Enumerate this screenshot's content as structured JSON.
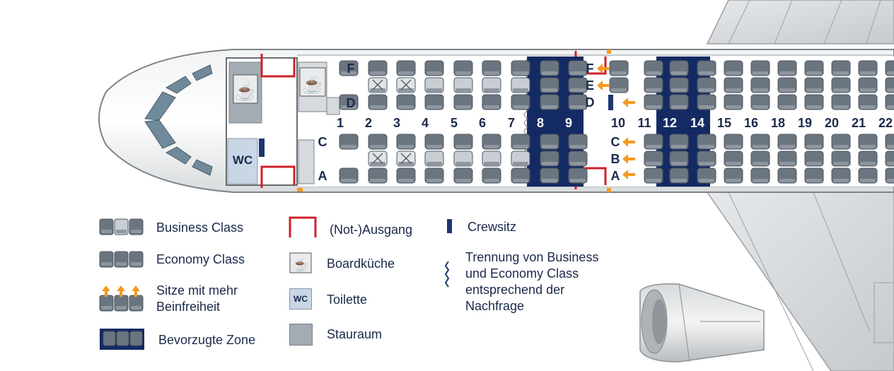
{
  "cabin": {
    "row_labels": [
      "1",
      "2",
      "3",
      "4",
      "5",
      "6",
      "7",
      "8",
      "9",
      "10",
      "11",
      "12",
      "14",
      "15",
      "16",
      "18",
      "19",
      "20",
      "21",
      "22"
    ],
    "seat_letters_front": [
      "F",
      "D",
      "C",
      "A"
    ],
    "seat_letters_exit": [
      "F",
      "E",
      "D",
      "C",
      "B",
      "A"
    ],
    "preferred_rows": [
      "8",
      "9",
      "12",
      "14"
    ],
    "wc_label": "WC"
  },
  "legend": {
    "business": "Business Class",
    "economy": "Economy Class",
    "extra_legroom": "Sitze mit mehr Beinfreiheit",
    "preferred_zone": "Bevorzugte Zone",
    "exit": "(Not-)Ausgang",
    "galley": "Boardküche",
    "toilet": "Toilette",
    "toilet_icon": "WC",
    "storage": "Stauraum",
    "crew_seat": "Crewsitz",
    "separation": "Trennung von Business und Economy Class entsprechend der Nachfrage"
  },
  "colors": {
    "seat_economy": "#6b7580",
    "seat_business_mid": "#c9ced4",
    "preferred_zone": "#142a63",
    "exit": "#d0202a",
    "arrow": "#f39a1e",
    "text": "#1b2a4a"
  }
}
